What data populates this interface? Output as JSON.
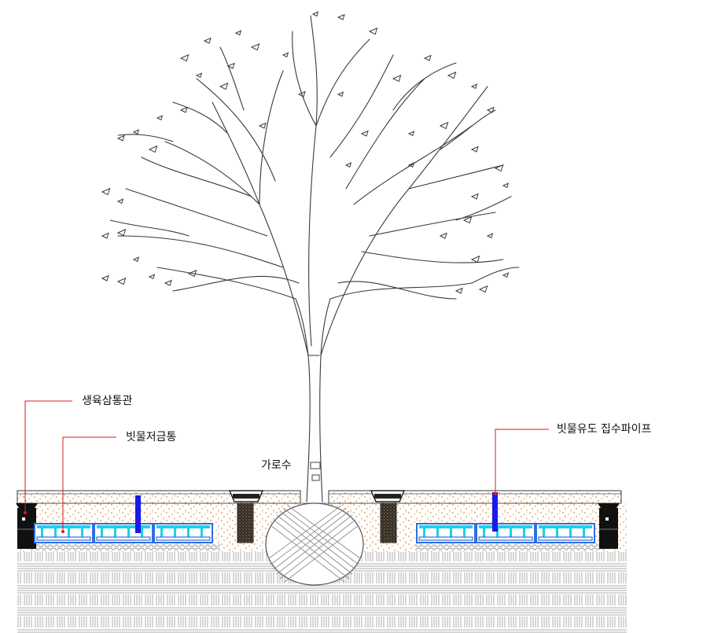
{
  "labels": {
    "growth_pipe": "생육삼통관",
    "rain_storage": "빗물저금통",
    "street_tree": "가로수",
    "rain_pipe": "빗물유도 집수파이프"
  },
  "colors": {
    "leader": "#d81a1a",
    "blue_pipe": "#1a1ae6",
    "storage_blue": "#2f6fe0",
    "storage_cyan": "#19d3e8",
    "soil_dots": "#d8904a",
    "line": "#3a3a3a"
  },
  "icons": [
    "tree-illustration",
    "growth-pipe-icon",
    "rain-storage-icon",
    "drain-grate-icon",
    "root-ball-icon"
  ]
}
